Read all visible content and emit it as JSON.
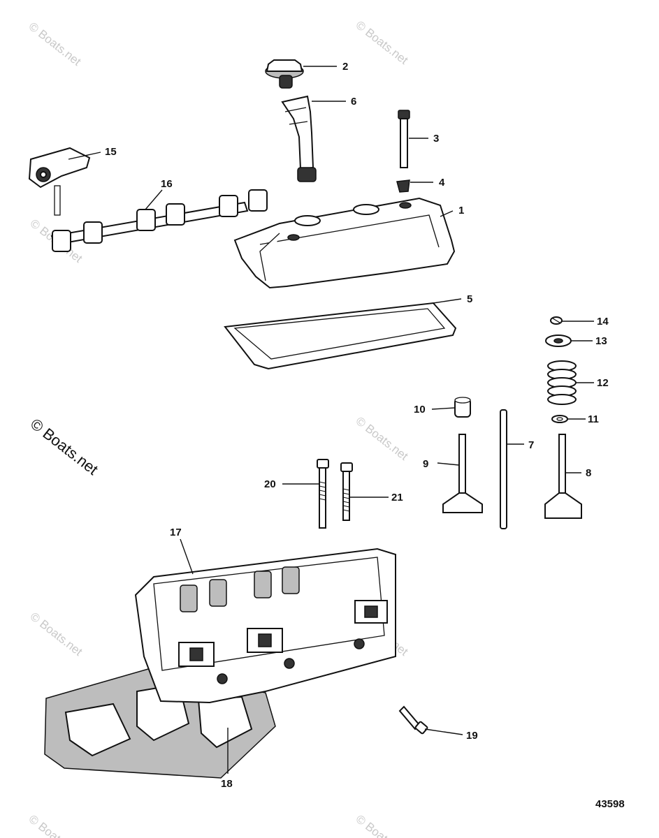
{
  "diagram": {
    "callouts": [
      {
        "id": "c1",
        "label": "1"
      },
      {
        "id": "c2",
        "label": "2"
      },
      {
        "id": "c3",
        "label": "3"
      },
      {
        "id": "c4",
        "label": "4"
      },
      {
        "id": "c5",
        "label": "5"
      },
      {
        "id": "c6",
        "label": "6"
      },
      {
        "id": "c7",
        "label": "7"
      },
      {
        "id": "c8",
        "label": "8"
      },
      {
        "id": "c9",
        "label": "9"
      },
      {
        "id": "c10",
        "label": "10"
      },
      {
        "id": "c11",
        "label": "11"
      },
      {
        "id": "c12",
        "label": "12"
      },
      {
        "id": "c13",
        "label": "13"
      },
      {
        "id": "c14",
        "label": "14"
      },
      {
        "id": "c15",
        "label": "15"
      },
      {
        "id": "c16",
        "label": "16"
      },
      {
        "id": "c17",
        "label": "17"
      },
      {
        "id": "c18",
        "label": "18"
      },
      {
        "id": "c19",
        "label": "19"
      },
      {
        "id": "c20",
        "label": "20"
      },
      {
        "id": "c21",
        "label": "21"
      }
    ],
    "reference_number": "43598",
    "watermark": "© Boats.net"
  }
}
